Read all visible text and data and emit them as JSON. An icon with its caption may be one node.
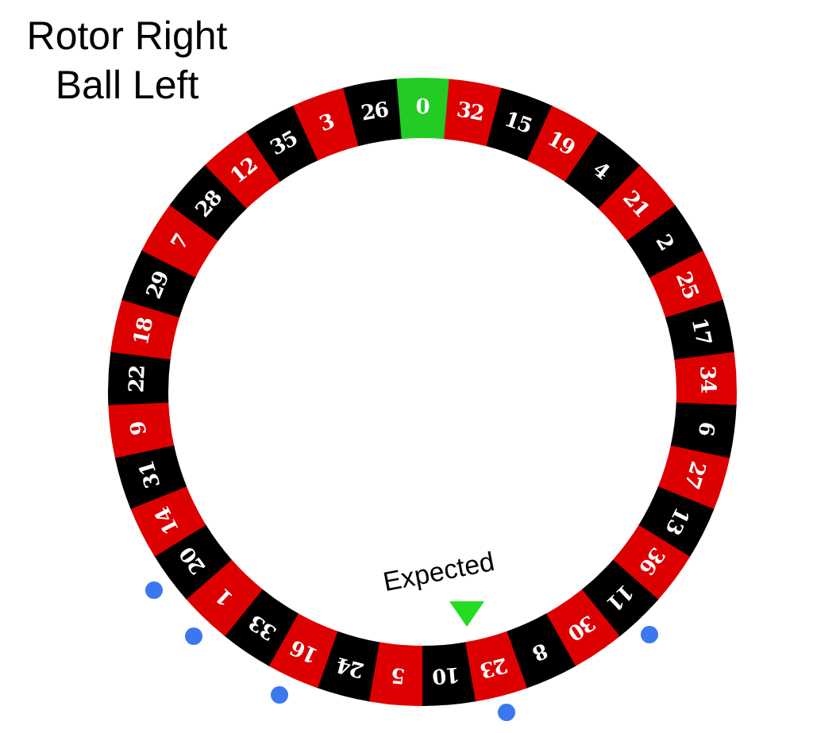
{
  "diagram": {
    "title": "Rotor Right Ball Left",
    "nodes": [
      {
        "text": [
          "0"
        ]
      },
      {
        "text": [
          "32"
        ]
      },
      {
        "text": [
          "15"
        ]
      },
      {
        "text": [
          "19"
        ]
      },
      {
        "text": [
          "4"
        ]
      },
      {
        "text": [
          "21"
        ]
      },
      {
        "text": [
          "2"
        ]
      },
      {
        "text": [
          "25"
        ]
      },
      {
        "text": [
          "17"
        ]
      },
      {
        "text": [
          "34"
        ]
      },
      {
        "text": [
          "6"
        ]
      },
      {
        "text": [
          "27"
        ]
      },
      {
        "text": [
          "13"
        ]
      },
      {
        "text": [
          "36"
        ]
      },
      {
        "text": [
          "11"
        ]
      },
      {
        "text": [
          "30"
        ]
      },
      {
        "text": [
          "8"
        ]
      },
      {
        "text": [
          "23"
        ]
      },
      {
        "text": [
          "10"
        ]
      },
      {
        "text": [
          "5"
        ]
      },
      {
        "text": [
          "24"
        ]
      },
      {
        "text": [
          "16"
        ]
      },
      {
        "text": [
          "33"
        ]
      },
      {
        "text": [
          "1"
        ]
      },
      {
        "text": [
          "20"
        ]
      },
      {
        "text": [
          "14"
        ]
      },
      {
        "text": [
          "31"
        ]
      },
      {
        "text": [
          "9"
        ]
      },
      {
        "text": [
          "22"
        ]
      },
      {
        "text": [
          "18"
        ]
      },
      {
        "text": [
          "29"
        ]
      },
      {
        "text": [
          "7"
        ]
      },
      {
        "text": [
          "28"
        ]
      },
      {
        "text": [
          "12"
        ]
      },
      {
        "text": [
          "35"
        ]
      },
      {
        "text": [
          "3"
        ]
      },
      {
        "text": [
          "26"
        ]
      }
    ],
    "labels": [
      "Expected"
    ]
  }
}
